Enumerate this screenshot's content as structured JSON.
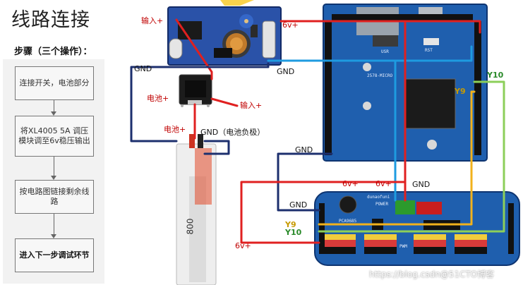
{
  "title": "线路连接",
  "steps_title": "步骤（三个操作）：",
  "steps": [
    "连接开关，电池部分",
    "将XL4005 5A 调压模块调至6v稳压输出",
    "按电路图链接剩余线路",
    "进入下一步调试环节"
  ],
  "labels": {
    "input_plus_top": "输入+",
    "six_v_top": "6v+",
    "gnd_left": "GND",
    "gnd_mid": "GND",
    "battery_plus_switch": "电池+",
    "input_plus_switch": "输入+",
    "battery_plus": "电池+",
    "gnd_battery": "GND（电池负极）",
    "gnd_lower": "GND",
    "six_v_a": "6v+",
    "six_v_b": "6v+",
    "gnd_pwm": "GND",
    "gnd_pwm_left": "GND",
    "y9_mcu": "Y9",
    "y10_mcu": "Y10",
    "y9_pwm": "Y9",
    "y10_pwm": "Y10",
    "six_v_bottom": "6v+"
  },
  "silkscreen": {
    "mcu_model": "2578-MICRO",
    "usr": "USR",
    "rst": "RST",
    "pwm_chip": "PCA9685",
    "pwm_brand": "dunaofuni",
    "power": "POWER",
    "pwm_label": "PWM",
    "battery_capacity": "800"
  },
  "watermark": "https://blog.csdn@51CTO博客",
  "colors": {
    "red_wire": "#e02020",
    "navy_wire": "#1c2f6e",
    "blue_wire": "#1e9be0",
    "green_wire": "#8ccf5a",
    "yellow_wire": "#f2b21c",
    "board_blue": "#1f5fae"
  }
}
